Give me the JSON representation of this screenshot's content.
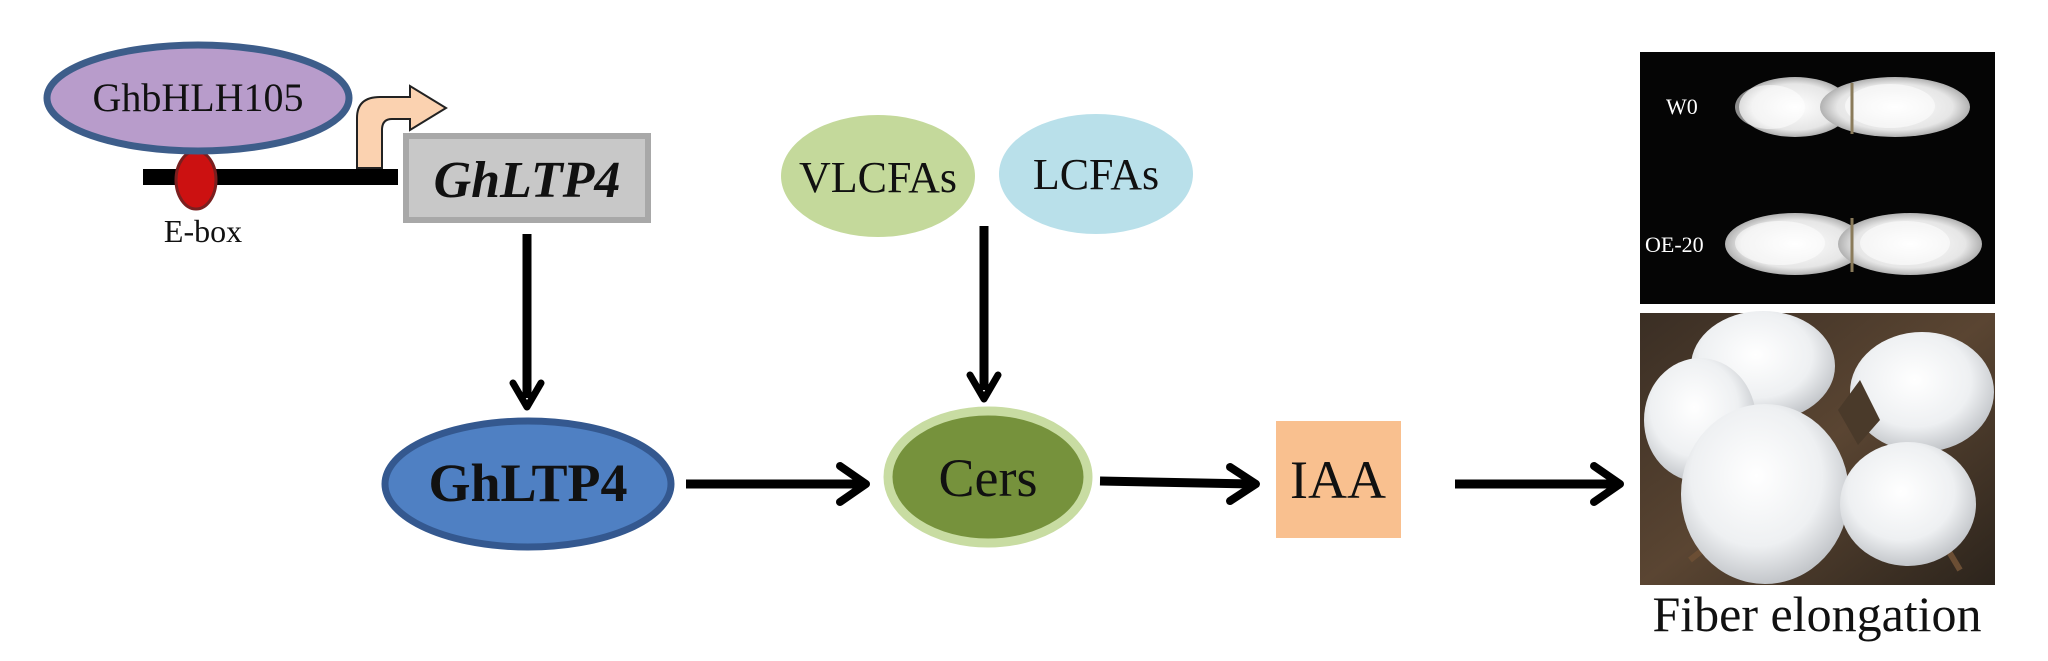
{
  "diagram": {
    "regulator": {
      "label": "GhbHLH105",
      "fill": "#b89ccb",
      "stroke": "#3d5d8a"
    },
    "promoter_element": {
      "label": "E-box",
      "color": "#cc1111"
    },
    "gene": {
      "label": "GhLTP4",
      "fill": "#c8c8c8",
      "stroke": "#a8a8a8"
    },
    "transcription_arrow": {
      "fill": "#fbd2b0",
      "stroke": "#222222"
    },
    "protein": {
      "label": "GhLTP4",
      "fill": "#4f80c3",
      "stroke": "#34588f"
    },
    "lipids": [
      {
        "label": "VLCFAs",
        "fill": "#c4d99b"
      },
      {
        "label": "LCFAs",
        "fill": "#b9e0ea"
      }
    ],
    "ceramide": {
      "label": "Cers",
      "fill": "#76923c",
      "stroke": "#c8dca2"
    },
    "hormone": {
      "label": "IAA",
      "fill": "#f9c08f"
    },
    "photos": [
      {
        "kind": "fiber-comparison",
        "labels": [
          "W0",
          "OE-20"
        ]
      },
      {
        "kind": "cotton-bolls"
      }
    ],
    "outcome": {
      "label": "Fiber elongation"
    }
  }
}
